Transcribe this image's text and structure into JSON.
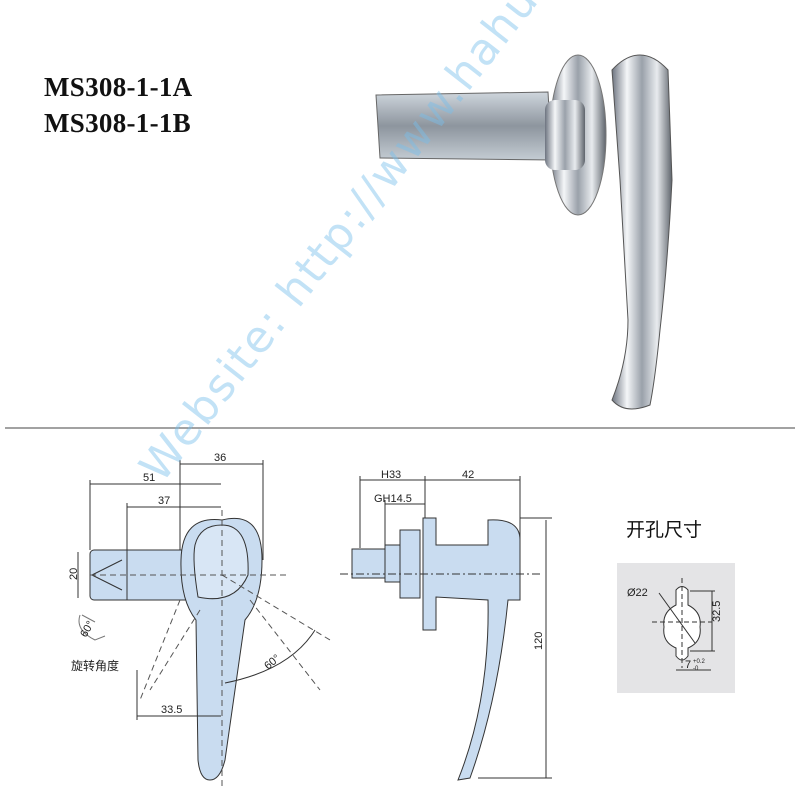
{
  "product": {
    "models": [
      "MS308-1-1A",
      "MS308-1-1B"
    ]
  },
  "front_view": {
    "dimensions": {
      "overall_width": "51",
      "cam_offset": "37",
      "knob_width": "36",
      "cam_height": "20",
      "swing_offset": "33.5",
      "swing_angle": "60°"
    },
    "rotation_symbol_angle": "60°",
    "rotation_label": "旋转角度"
  },
  "side_view": {
    "dimensions": {
      "housing": "H33",
      "grip": "GH14.5",
      "handle_depth": "42",
      "handle_length": "120"
    }
  },
  "cutout": {
    "title": "开孔尺寸",
    "diameter": "Ø22",
    "height": "32.5",
    "key_width": "7",
    "tolerance_upper": "+0.2",
    "tolerance_lower": "-0"
  },
  "watermark": "Website: http://www.hahung.com.vn",
  "colors": {
    "drawing_fill": "#c9dcf0",
    "line": "#333333",
    "cutout_bg": "#e4e4e6",
    "watermark": "#78bee b"
  }
}
